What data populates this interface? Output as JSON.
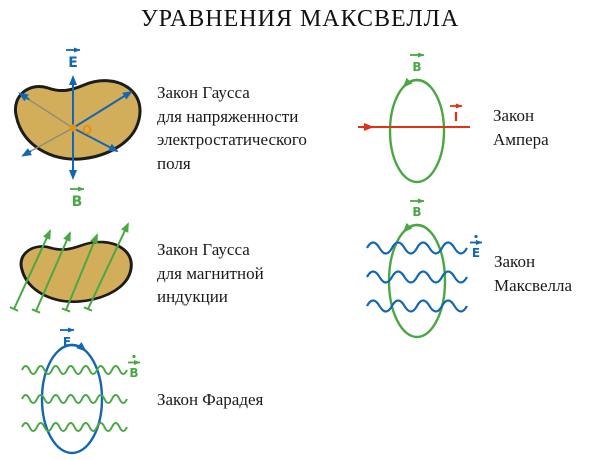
{
  "title": "УРАВНЕНИЯ МАКСВЕЛЛА",
  "laws": {
    "gauss_e": {
      "lines": [
        "Закон Гаусса",
        "для напряженности",
        "электростатического",
        "поля"
      ]
    },
    "ampere": {
      "lines": [
        "Закон",
        "Ампера"
      ]
    },
    "gauss_b": {
      "lines": [
        "Закон Гаусса",
        "для магнитной",
        "индукции"
      ]
    },
    "maxwell": {
      "lines": [
        "Закон",
        "Максвелла"
      ]
    },
    "faraday": {
      "lines": [
        "Закон Фарадея"
      ]
    }
  },
  "symbols": {
    "e_field": "E",
    "b_field": "B",
    "current": "I",
    "charge": "Q"
  },
  "colors": {
    "blue": "#1266b4",
    "green": "#4aa843",
    "red": "#e33114",
    "orange": "#e8930f",
    "blob_fill": "#d2ae5b",
    "outline": "#1c1c1c",
    "gray_ray": "#8f8e74",
    "text": "#1a1a1a"
  }
}
